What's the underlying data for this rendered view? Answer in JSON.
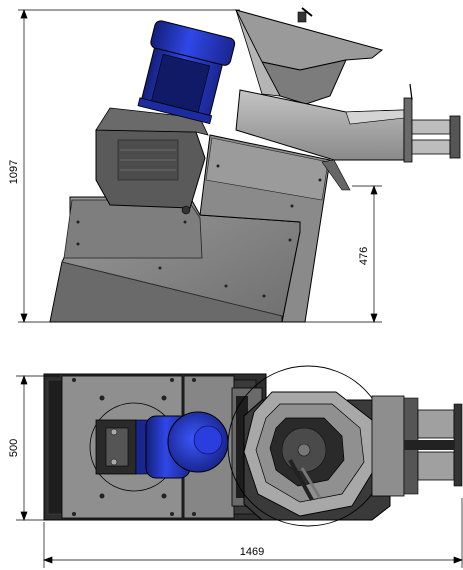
{
  "drawing": {
    "side_view": {
      "overall_height_label": "1097",
      "outlet_height_label": "476"
    },
    "top_view": {
      "width_label": "500",
      "length_label": "1469"
    }
  },
  "colors": {
    "motor_blue": "#2b3fd6",
    "steel_gray": "#8d8d8d",
    "dark_steel": "#4a4a4a",
    "line": "#000000"
  }
}
